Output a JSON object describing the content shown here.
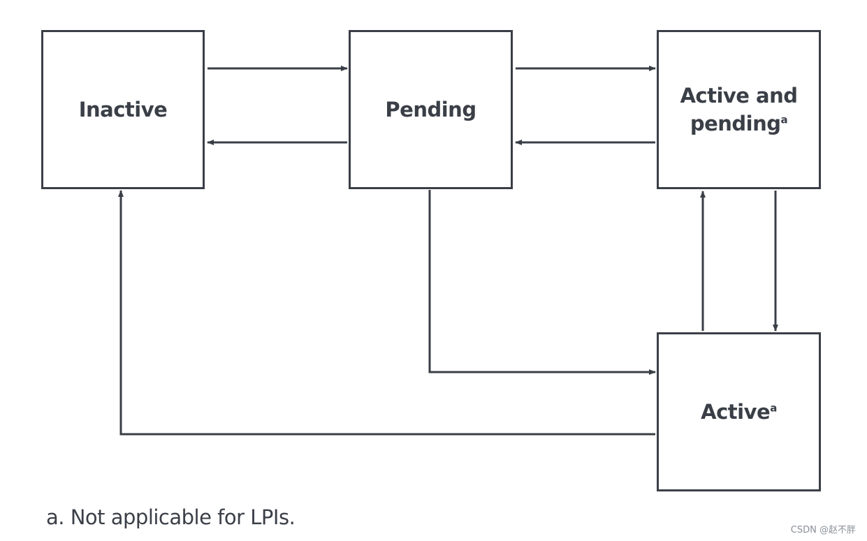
{
  "states": {
    "inactive": {
      "label": "Inactive",
      "sup": ""
    },
    "pending": {
      "label": "Pending",
      "sup": ""
    },
    "active_and_pending": {
      "label_line1": "Active and",
      "label_line2": "pending",
      "sup": "a"
    },
    "active": {
      "label": "Active",
      "sup": "a"
    }
  },
  "footnote": "a. Not applicable for LPIs.",
  "watermark": "CSDN @赵不胖",
  "colors": {
    "stroke": "#3a3f47",
    "background": "#ffffff"
  }
}
